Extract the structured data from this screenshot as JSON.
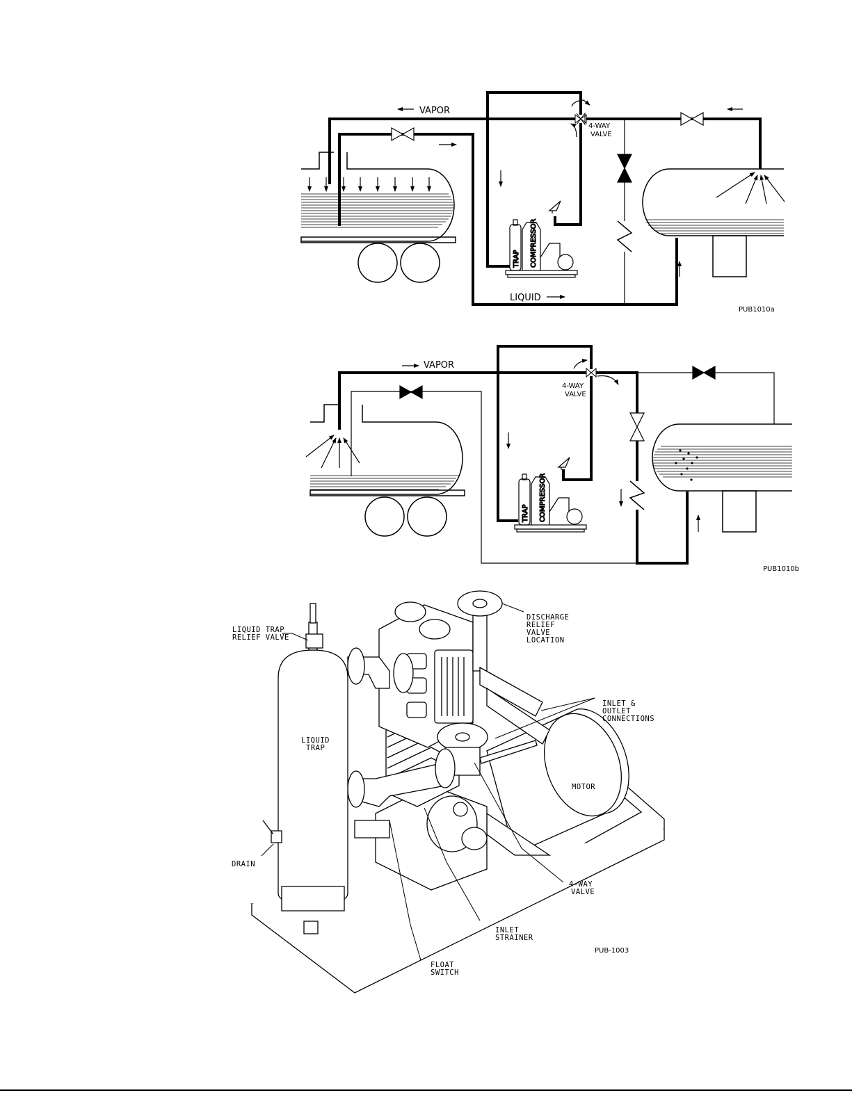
{
  "diagram_a": {
    "vapor_label": "VAPOR",
    "liquid_label": "LIQUID",
    "valve_label_1": "4-WAY",
    "valve_label_2": "VALVE",
    "trap_label": "TRAP",
    "compressor_label": "COMPRESSOR",
    "figure_id": "PUB1010a"
  },
  "diagram_b": {
    "vapor_label": "VAPOR",
    "valve_label_1": "4-WAY",
    "valve_label_2": "VALVE",
    "trap_label": "TRAP",
    "compressor_label": "COMPRESSOR",
    "figure_id": "PUB1010b"
  },
  "illustration": {
    "liquid_trap_relief_1": "LIQUID TRAP",
    "liquid_trap_relief_2": "RELIEF VALVE",
    "discharge_1": "DISCHARGE",
    "discharge_2": "RELIEF",
    "discharge_3": "VALVE",
    "discharge_4": "LOCATION",
    "inlet_outlet_1": "INLET &",
    "inlet_outlet_2": "OUTLET",
    "inlet_outlet_3": "CONNECTIONS",
    "liquid_trap_1": "LIQUID",
    "liquid_trap_2": "TRAP",
    "motor": "MOTOR",
    "drain": "DRAIN",
    "four_way_1": "4-WAY",
    "four_way_2": "VALVE",
    "inlet_strainer_1": "INLET",
    "inlet_strainer_2": "STRAINER",
    "float_switch_1": "FLOAT",
    "float_switch_2": "SWITCH",
    "figure_id": "PUB-1003"
  }
}
